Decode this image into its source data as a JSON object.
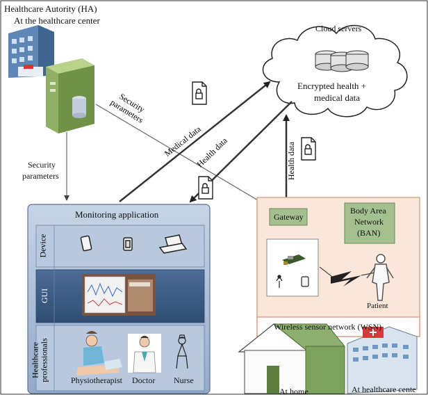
{
  "ha": {
    "title": "Healthcare Autority (HA)",
    "subtitle": "At the healthcare center"
  },
  "cloud": {
    "title": "Cloud servers",
    "data_line1": "Encrypted health +",
    "data_line2": "medical data"
  },
  "edges": {
    "security_params_top_1": "Security",
    "security_params_top_2": "parameters",
    "security_params_left_1": "Security",
    "security_params_left_2": "parameters",
    "medical_data": "Medical data",
    "health_data_left": "Health data",
    "health_data_right": "Health data"
  },
  "monitoring": {
    "title": "Monitoring application",
    "row_device": "Device",
    "row_gui": "GUI",
    "row_professionals_1": "Healthcare",
    "row_professionals_2": "professionals",
    "prof_physio": "Physiotherapist",
    "prof_doctor": "Doctor",
    "prof_nurse": "Nurse"
  },
  "wsn": {
    "gateway": "Gateway",
    "ban_1": "Body Area",
    "ban_2": "Network",
    "ban_3": "(BAN)",
    "patient": "Patient",
    "title": "Wireless sensor network (WSN)"
  },
  "places": {
    "home": "At home",
    "center": "At healthcare cente"
  },
  "colors": {
    "panel_blue": "#9db3cf",
    "gui_blue": "#3e5f8a",
    "wsn_fill": "#fbe6da",
    "wsn_border": "#e0a48c",
    "gateway_green": "#a4c08f"
  }
}
